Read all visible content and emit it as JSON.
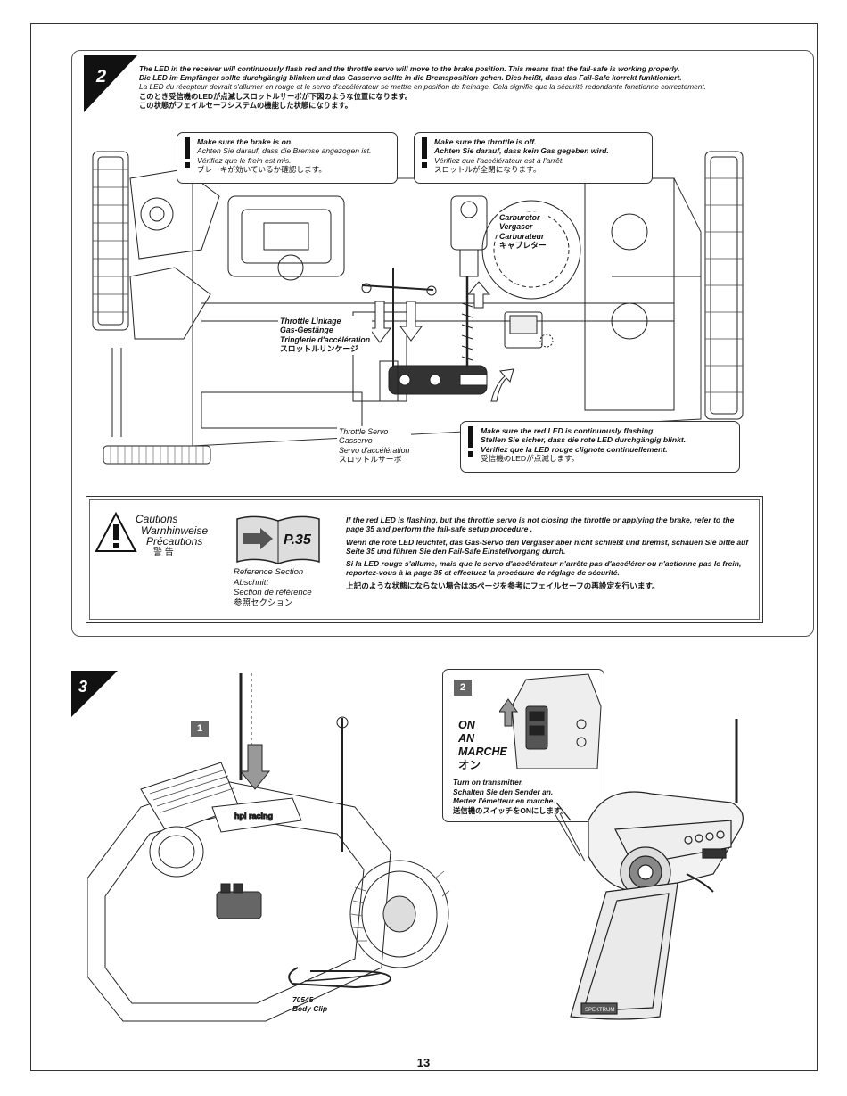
{
  "page_number": "13",
  "step2": {
    "number": "2",
    "intro": [
      "The LED in the receiver will continuously flash red and the throttle servo will move to the brake position. This means that the fail-safe is working properly.",
      "Die LED im Empfänger sollte durchgängig blinken und das Gasservo sollte in die Bremsposition gehen. Dies heißt, dass das Fail-Safe korrekt funktioniert.",
      "La LED du récepteur devrait s'allumer en rouge et le servo d'accélérateur se mettre en position de freinage. Cela signifie que la sécurité redondante fonctionne correctement.",
      "このとき受信機のLEDが点滅しスロットルサーボが下図のような位置になります。",
      "この状態がフェイルセーフシステムの機能した状態になります。"
    ],
    "callout_brake": [
      "Make sure the brake is on.",
      "Achten Sie darauf, dass die Bremse angezogen ist.",
      "Vérifiez que le frein est mis.",
      "ブレーキが効いているか確認します。"
    ],
    "callout_throttle": [
      "Make sure the throttle is off.",
      "Achten Sie darauf, dass kein Gas gegeben wird.",
      "Vérifiez que l'accélérateur est à l'arrêt.",
      "スロットルが全閉になります。"
    ],
    "callout_led": [
      "Make sure the red LED is continuously flashing.",
      "Stellen Sie sicher, dass die rote LED durchgängig blinkt.",
      "Vérifiez que la LED rouge clignote continuellement.",
      "受信機のLEDが点滅します。"
    ],
    "label_carburetor": [
      "Carburetor",
      "Vergaser",
      "Carburateur",
      "キャブレター"
    ],
    "label_linkage": [
      "Throttle Linkage",
      "Gas-Gestänge",
      "Tringlerie d'accélération",
      "スロットルリンケージ"
    ],
    "label_servo": [
      "Throttle Servo",
      "Gasservo",
      "Servo d'accélération",
      "スロットルサーボ"
    ],
    "cautions": {
      "words": [
        "Cautions",
        "Warnhinweise",
        "Précautions",
        "警 告"
      ],
      "reference_page": "P.35",
      "reference_words": [
        "Reference Section",
        "Abschnitt",
        "Section de référence",
        "参照セクション"
      ],
      "text": [
        "If the red LED is flashing, but the throttle servo is not closing the throttle or applying the brake, refer to the page 35 and perform the fail-safe setup procedure .",
        "Wenn die rote LED leuchtet, das Gas-Servo den Vergaser aber nicht schließt und bremst, schauen Sie bitte auf Seite 35 und führen Sie den Fail-Safe Einstellvorgang durch.",
        "Si la LED rouge s'allume, mais que le servo d'accélérateur n'arrête pas d'accélérer ou n'actionne pas le frein, reportez-vous à la page 35 et effectuez la procédure de réglage de sécurité.",
        "上記のような状態にならない場合は35ページを参考にフェイルセーフの再設定を行います。"
      ]
    }
  },
  "step3": {
    "number": "3",
    "sub1": "1",
    "sub2": "2",
    "on_words": [
      "ON",
      "AN",
      "MARCHE",
      "オン"
    ],
    "transmitter_text": [
      "Turn on transmitter.",
      "Schalten Sie den Sender an.",
      "Mettez l'émetteur en marche.",
      "送信機のスイッチをONにします。"
    ],
    "body_clip_part": "70545",
    "body_clip_label": "Body Clip",
    "transmitter_brand": "SPEKTRUM"
  }
}
